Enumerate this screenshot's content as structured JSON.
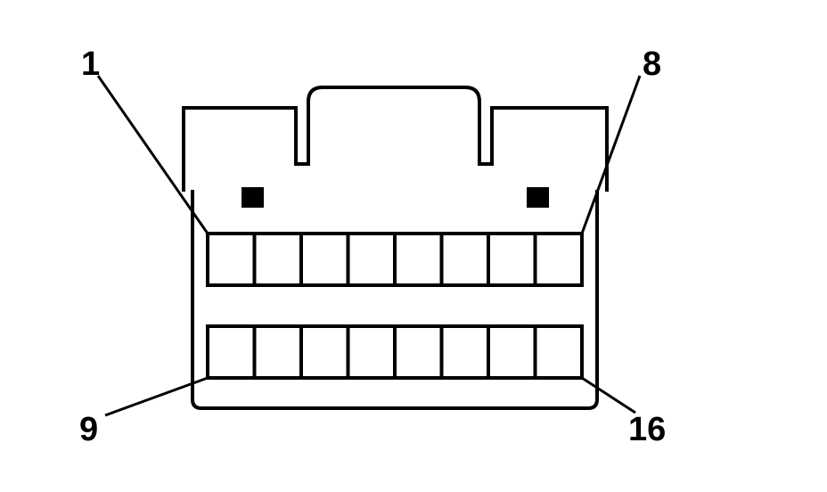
{
  "connector": {
    "pins_per_row": 8,
    "top_row": {
      "first_pin": "1",
      "last_pin": "8"
    },
    "bottom_row": {
      "first_pin": "9",
      "last_pin": "16"
    }
  },
  "colors": {
    "line": "#000000",
    "background": "#ffffff"
  }
}
